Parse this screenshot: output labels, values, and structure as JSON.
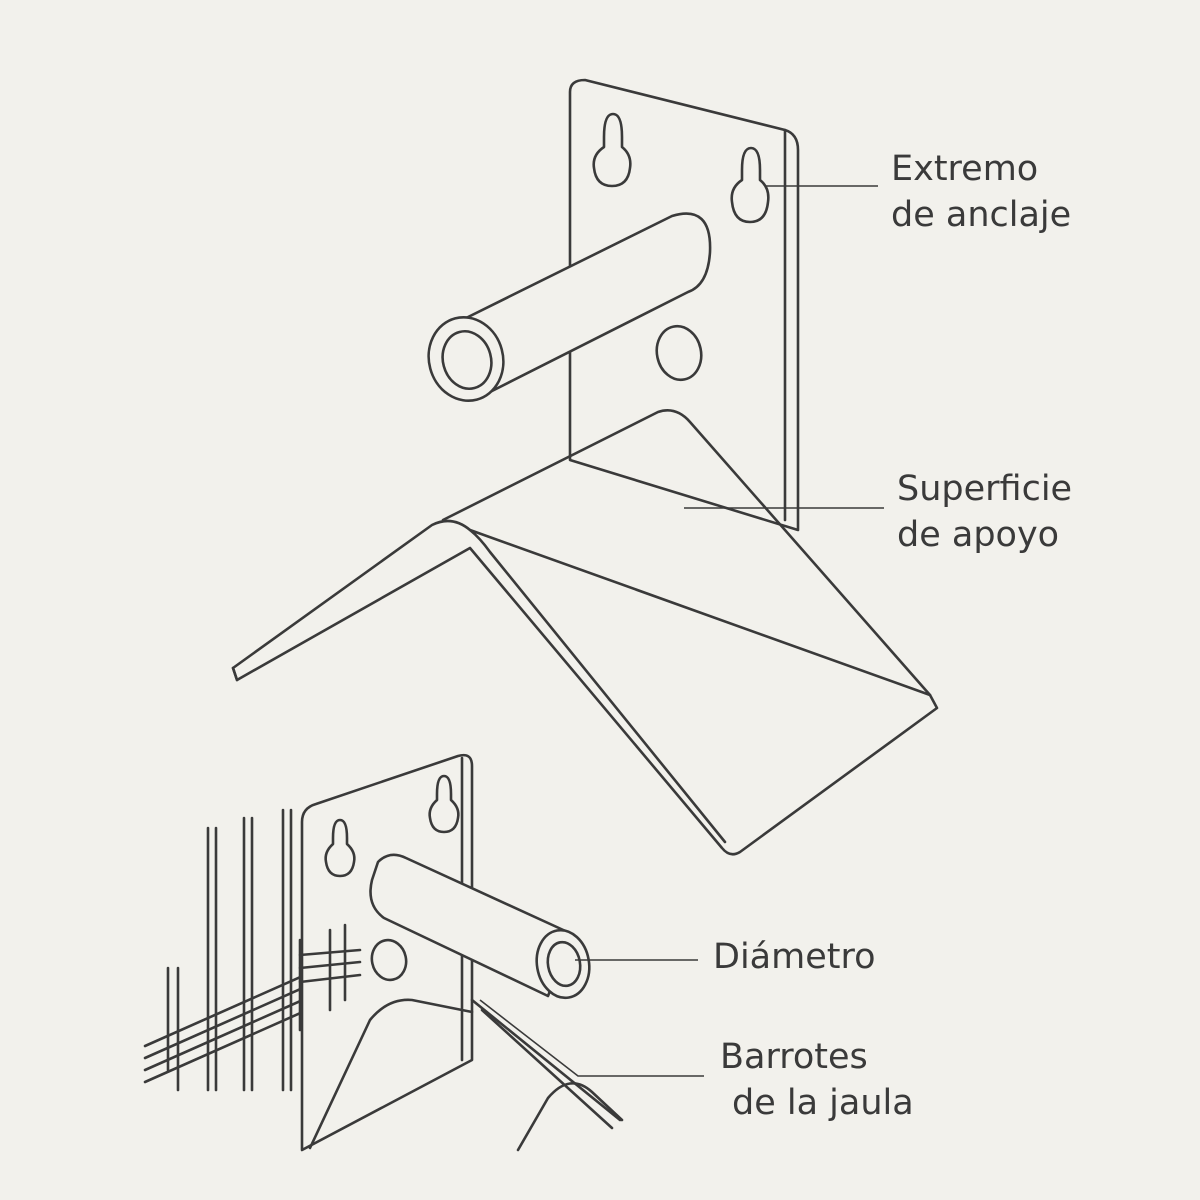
{
  "labels": {
    "anchor": {
      "line1": "Extremo",
      "line2": "de anclaje"
    },
    "support": {
      "line1": "Superficie",
      "line2": "de apoyo"
    },
    "diameter": {
      "line1": "Diámetro"
    },
    "bars": {
      "line1": "Barrotes",
      "line2": "de la jaula"
    }
  },
  "colors": {
    "background": "#f2f1ec",
    "line": "#3a3a3a"
  }
}
